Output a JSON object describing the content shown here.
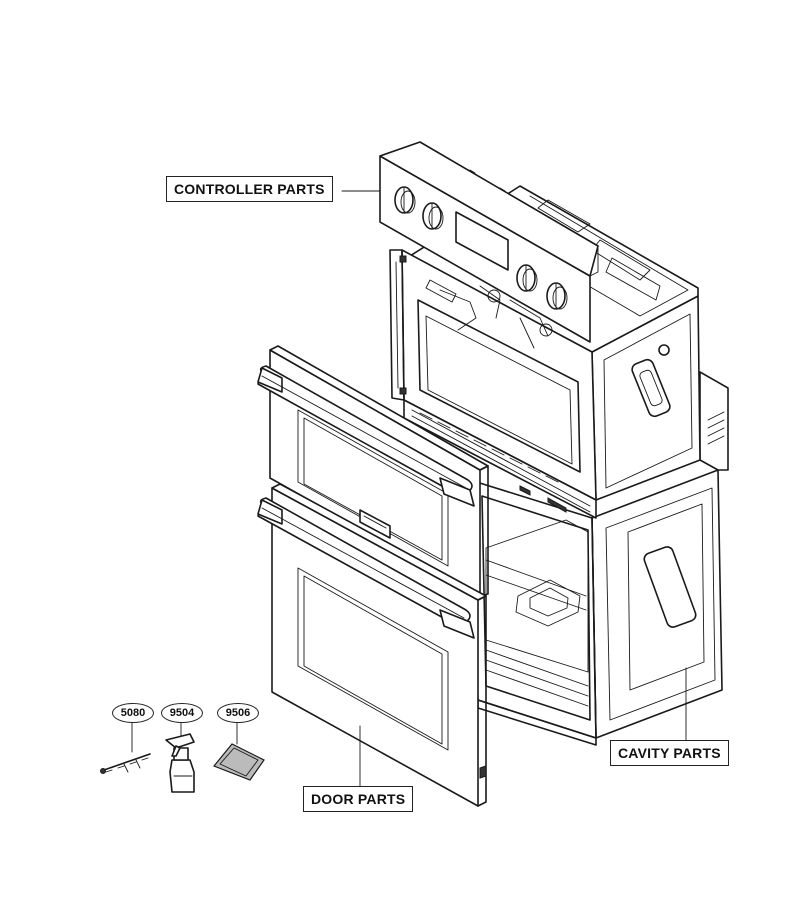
{
  "labels": {
    "controller_parts": "CONTROLLER PARTS",
    "cavity_parts": "CAVITY PARTS",
    "door_parts": "DOOR PARTS"
  },
  "callouts": {
    "part_5080": "5080",
    "part_9504": "9504",
    "part_9506": "9506"
  }
}
